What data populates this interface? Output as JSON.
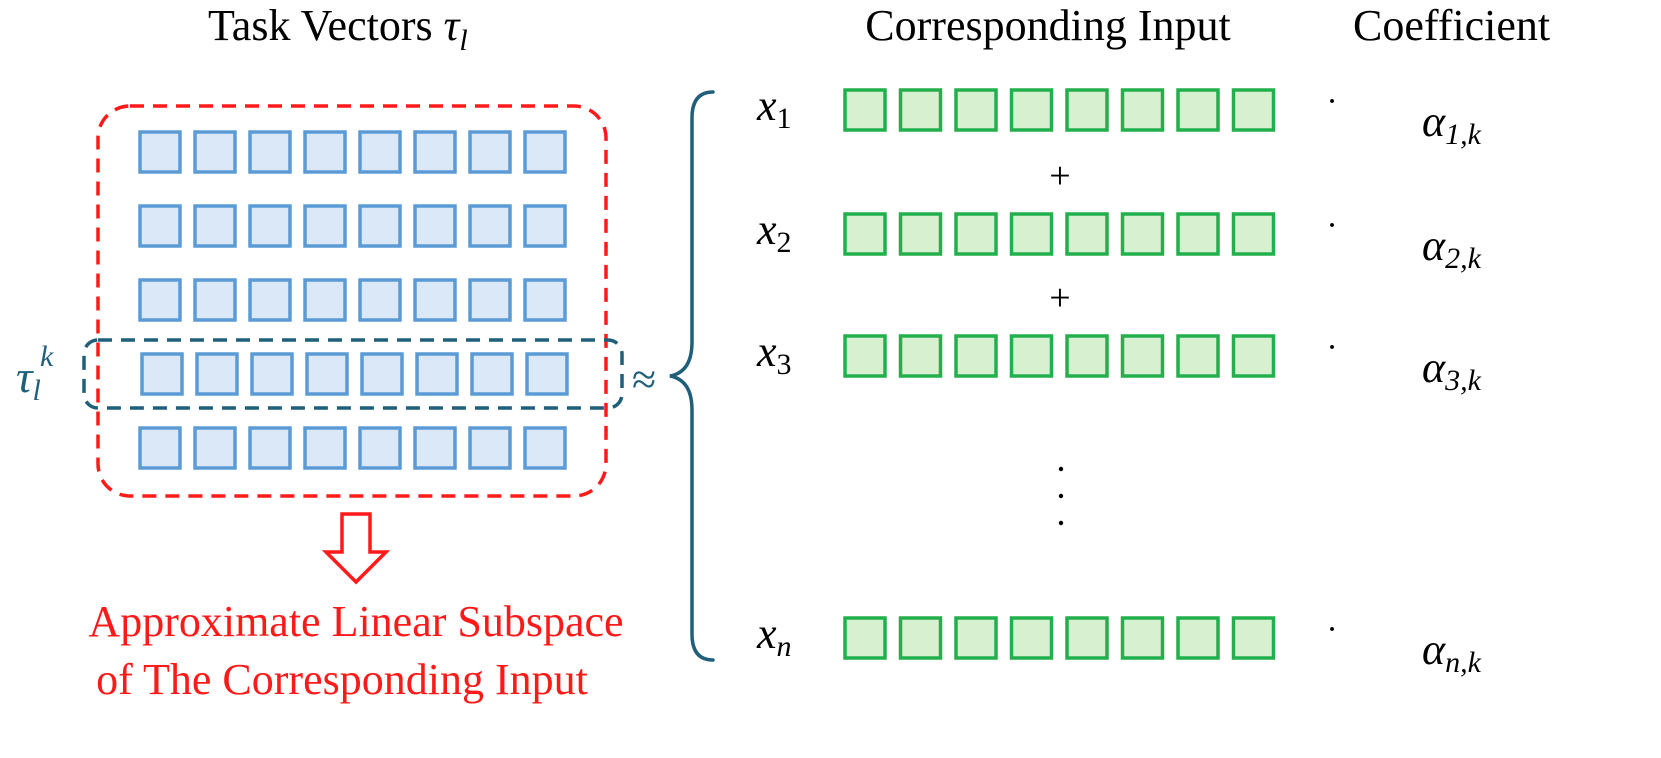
{
  "headers": {
    "task_vectors": "Task Vectors",
    "task_vectors_symbol": "τ",
    "task_vectors_subscript": "l",
    "corresponding_input": "Corresponding Input",
    "coefficient": "Coefficient"
  },
  "row_label": {
    "symbol": "τ",
    "subscript": "l",
    "superscript": "k"
  },
  "approx_symbol": "≈",
  "task_vector_rows": 5,
  "task_vector_cols": 8,
  "input_cols": 8,
  "inputs": [
    {
      "symbol": "x",
      "subscript": "1",
      "dot": "·",
      "coef_symbol": "α",
      "coef_subscript": "1,k"
    },
    {
      "symbol": "x",
      "subscript": "2",
      "dot": "·",
      "coef_symbol": "α",
      "coef_subscript": "2,k"
    },
    {
      "symbol": "x",
      "subscript": "3",
      "dot": "·",
      "coef_symbol": "α",
      "coef_subscript": "3,k"
    },
    {
      "symbol": "x",
      "subscript": "n",
      "dot": "·",
      "coef_symbol": "α",
      "coef_subscript": "n,k"
    }
  ],
  "plus_signs": [
    "+",
    "+"
  ],
  "caption": {
    "line1": "Approximate Linear Subspace",
    "line2": "of The Corresponding Input"
  },
  "colors": {
    "task_cell_fill": "#dbe8f7",
    "task_cell_stroke": "#5b9bd5",
    "input_cell_fill": "#d6f0d0",
    "input_cell_stroke": "#22b04c",
    "red": "#ff1a1a",
    "teal": "#1f5f7a"
  }
}
